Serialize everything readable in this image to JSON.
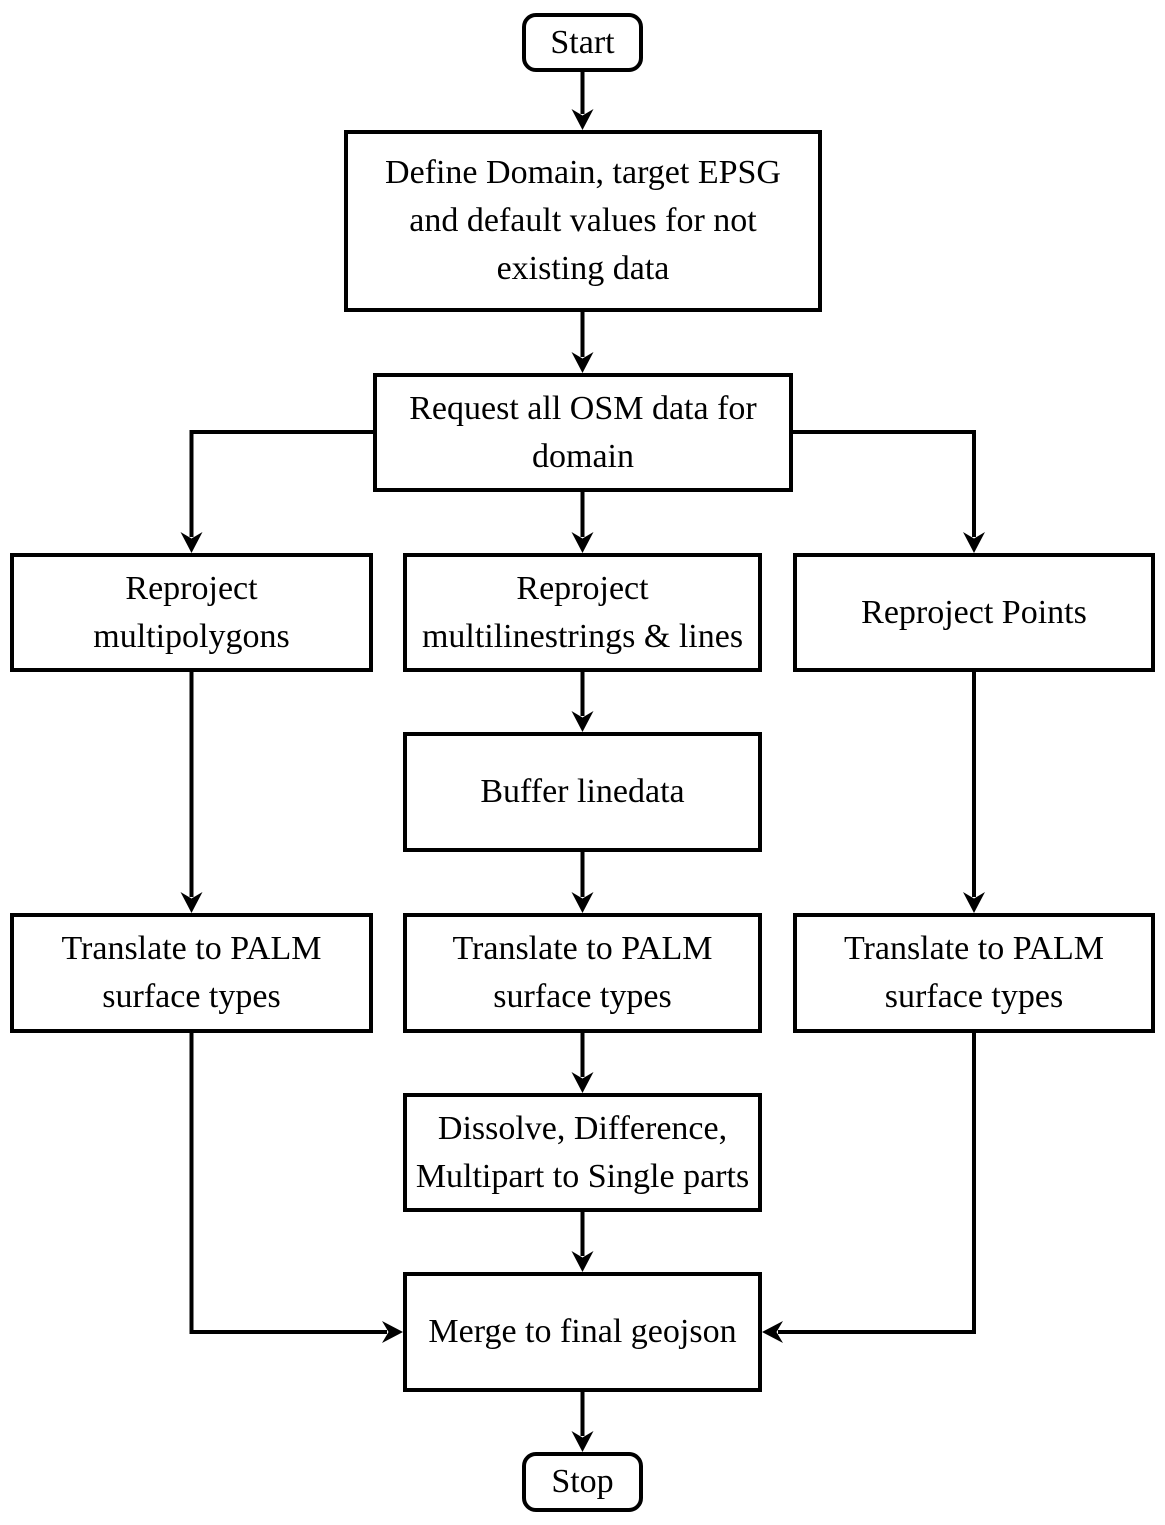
{
  "diagram": {
    "type": "flowchart",
    "background_color": "#ffffff",
    "stroke_color": "#000000",
    "nodes": {
      "start": {
        "shape": "terminator",
        "label": "Start"
      },
      "define": {
        "shape": "process",
        "label": "Define Domain, target EPSG\nand default values for not\nexisting data"
      },
      "request": {
        "shape": "process",
        "label": "Request all OSM data for\ndomain"
      },
      "reproject_multipolygons": {
        "shape": "process",
        "label": "Reproject\nmultipolygons"
      },
      "reproject_multilinestrings": {
        "shape": "process",
        "label": "Reproject\nmultilinestrings & lines"
      },
      "reproject_points": {
        "shape": "process",
        "label": "Reproject Points"
      },
      "buffer": {
        "shape": "process",
        "label": "Buffer linedata"
      },
      "translate_left": {
        "shape": "process",
        "label": "Translate to PALM\nsurface types"
      },
      "translate_middle": {
        "shape": "process",
        "label": "Translate to PALM\nsurface types"
      },
      "translate_right": {
        "shape": "process",
        "label": "Translate to PALM\nsurface types"
      },
      "dissolve": {
        "shape": "process",
        "label": "Dissolve, Difference,\nMultipart to Single parts"
      },
      "merge": {
        "shape": "process",
        "label": "Merge to final geojson"
      },
      "stop": {
        "shape": "terminator",
        "label": "Stop"
      }
    },
    "edges": [
      {
        "from": "start",
        "to": "define"
      },
      {
        "from": "define",
        "to": "request"
      },
      {
        "from": "request",
        "to": "reproject_multipolygons"
      },
      {
        "from": "request",
        "to": "reproject_multilinestrings"
      },
      {
        "from": "request",
        "to": "reproject_points"
      },
      {
        "from": "reproject_multipolygons",
        "to": "translate_left"
      },
      {
        "from": "reproject_multilinestrings",
        "to": "buffer"
      },
      {
        "from": "reproject_points",
        "to": "translate_right"
      },
      {
        "from": "buffer",
        "to": "translate_middle"
      },
      {
        "from": "translate_middle",
        "to": "dissolve"
      },
      {
        "from": "dissolve",
        "to": "merge"
      },
      {
        "from": "translate_left",
        "to": "merge"
      },
      {
        "from": "translate_right",
        "to": "merge"
      },
      {
        "from": "merge",
        "to": "stop"
      }
    ]
  }
}
